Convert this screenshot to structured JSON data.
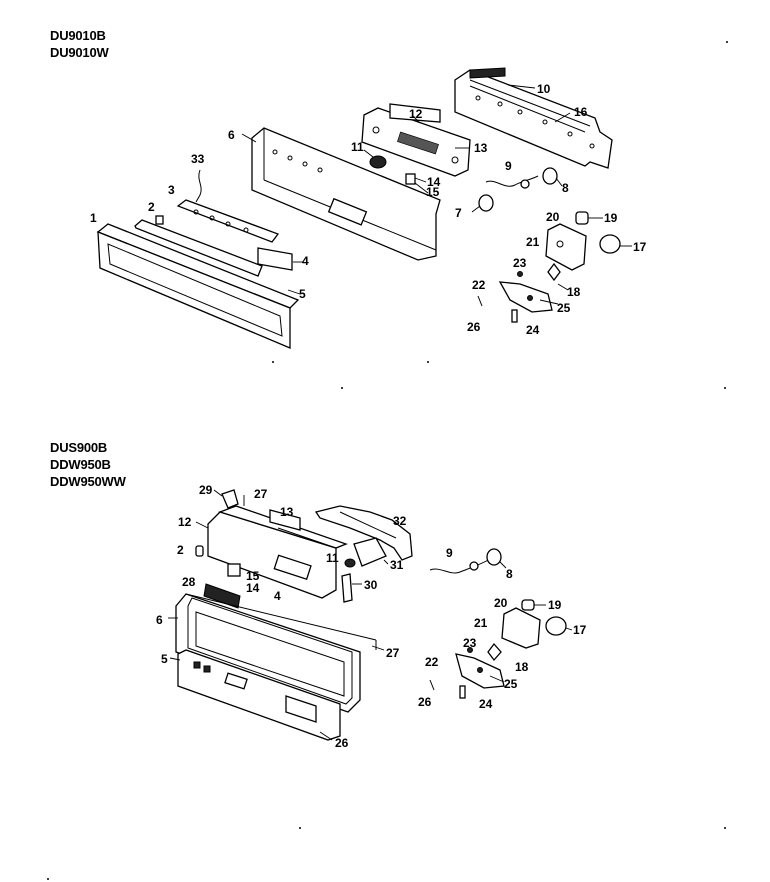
{
  "top_models": [
    "DU9010B",
    "DU9010W"
  ],
  "bottom_models": [
    "DUS900B",
    "DDW950B",
    "DDW950WW"
  ],
  "top_callouts": [
    "10",
    "16",
    "12",
    "13",
    "6",
    "11",
    "14",
    "15",
    "9",
    "8",
    "7",
    "33",
    "3",
    "2",
    "1",
    "4",
    "5",
    "20",
    "19",
    "17",
    "21",
    "23",
    "18",
    "22",
    "25",
    "26",
    "24"
  ],
  "bottom_callouts": [
    "29",
    "27",
    "13",
    "32",
    "12",
    "2",
    "11",
    "31",
    "9",
    "8",
    "15",
    "14",
    "28",
    "30",
    "4",
    "6",
    "27",
    "5",
    "20",
    "19",
    "21",
    "17",
    "23",
    "22",
    "18",
    "25",
    "26",
    "24",
    "26"
  ]
}
